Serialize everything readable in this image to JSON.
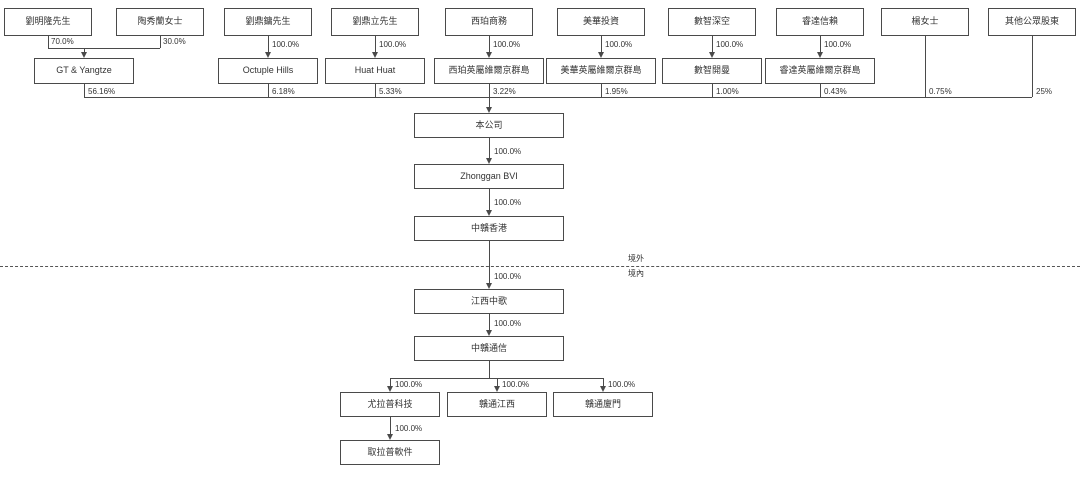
{
  "shareholders": [
    {
      "label": "劉明隆先生",
      "pct": "70.0%"
    },
    {
      "label": "陶秀蘭女士",
      "pct": "30.0%"
    },
    {
      "label": "劉鼎鏞先生",
      "pct": "100.0%"
    },
    {
      "label": "劉鼎立先生",
      "pct": "100.0%"
    },
    {
      "label": "西珀商務",
      "pct": "100.0%"
    },
    {
      "label": "美華投資",
      "pct": "100.0%"
    },
    {
      "label": "數智深空",
      "pct": "100.0%"
    },
    {
      "label": "睿達信賴",
      "pct": "100.0%"
    },
    {
      "label": "楊女士"
    },
    {
      "label": "其他公眾股東"
    }
  ],
  "intermediates": [
    {
      "label": "GT & Yangtze"
    },
    {
      "label": "Octuple Hills"
    },
    {
      "label": "Huat Huat"
    },
    {
      "label": "西珀英屬維爾京群島"
    },
    {
      "label": "美華英屬維爾京群島"
    },
    {
      "label": "數智開曼"
    },
    {
      "label": "睿達英屬維爾京群島"
    }
  ],
  "bus_percentages": [
    "56.16%",
    "6.18%",
    "5.33%",
    "3.22%",
    "1.95%",
    "1.00%",
    "0.43%",
    "0.75%",
    "25%"
  ],
  "company": {
    "label": "本公司"
  },
  "chain": [
    {
      "label": "Zhonggan BVI",
      "pct": "100.0%"
    },
    {
      "label": "中贛香港",
      "pct": "100.0%"
    },
    {
      "label": "江西中歌",
      "pct": "100.0%"
    },
    {
      "label": "中贛通信",
      "pct": "100.0%"
    }
  ],
  "subsidiaries": [
    {
      "label": "尤拉普科技",
      "pct": "100.0%"
    },
    {
      "label": "贛通江西",
      "pct": "100.0%"
    },
    {
      "label": "贛通廈門",
      "pct": "100.0%"
    }
  ],
  "grandchild": {
    "label": "取拉普軟件",
    "pct": "100.0%"
  },
  "border_labels": {
    "offshore": "境外",
    "onshore": "境內"
  }
}
